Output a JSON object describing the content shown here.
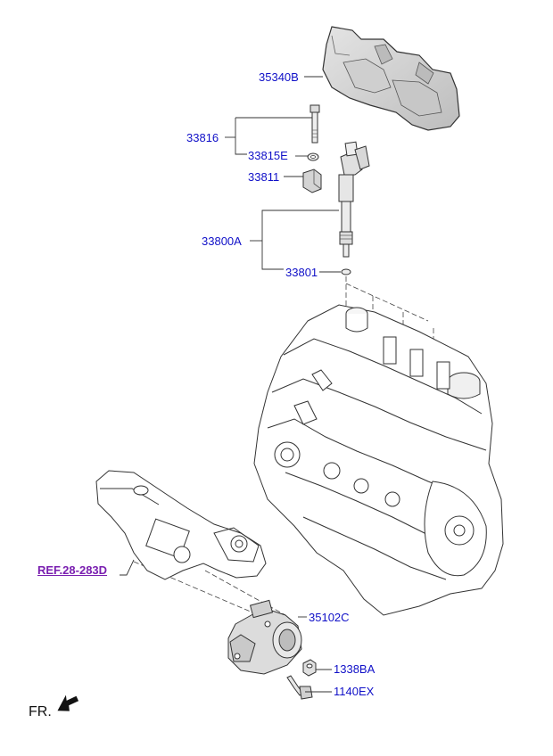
{
  "diagram": {
    "part_labels": {
      "p35340B": "35340B",
      "p33816": "33816",
      "p33815E": "33815E",
      "p33811": "33811",
      "p33800A": "33800A",
      "p33801": "33801",
      "p35102C": "35102C",
      "p1338BA": "1338BA",
      "p1140EX": "1140EX"
    },
    "reference_label": "REF.28-283D",
    "direction_label": "FR.",
    "colors": {
      "label": "#1010c8",
      "reference": "#7a1fb0",
      "line_art": "#333333",
      "part_fill": "#d6d6d6"
    },
    "icons": [
      "front-direction-arrow-icon"
    ]
  }
}
